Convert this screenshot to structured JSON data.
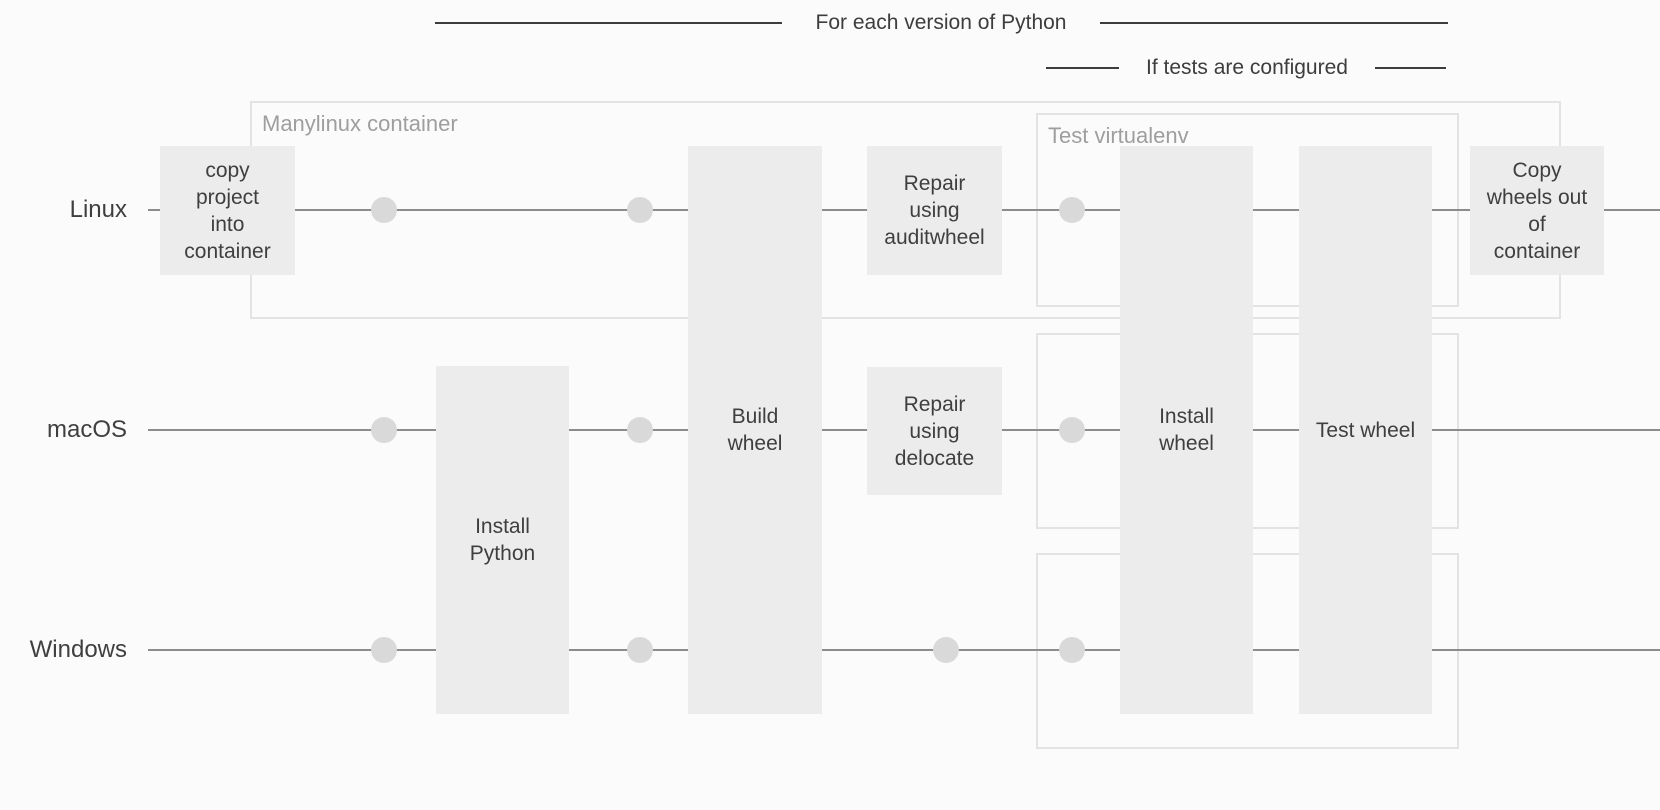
{
  "diagram": {
    "colors": {
      "bg": "#fbfbfb",
      "box-fill": "#ececec",
      "box-text": "#3f3f3f",
      "line": "#8c8c8c",
      "dot": "#d9d9d9",
      "container-border": "#e3e3e3",
      "container-label": "#9e9e9e",
      "bracket": "#3d3d3d"
    },
    "brackets": {
      "for_each_version": {
        "label": "For each version of Python"
      },
      "if_tests_configured": {
        "label": "If tests are configured"
      }
    },
    "lanes": {
      "linux": {
        "label": "Linux"
      },
      "macos": {
        "label": "macOS"
      },
      "windows": {
        "label": "Windows"
      }
    },
    "containers": {
      "manylinux": {
        "label": "Manylinux container"
      },
      "test_virtualenv": {
        "label": "Test virtualenv"
      }
    },
    "steps": {
      "copy_project": {
        "lines": [
          "copy",
          "project",
          "into",
          "container"
        ]
      },
      "install_python": {
        "lines": [
          "Install",
          "Python"
        ]
      },
      "build_wheel": {
        "lines": [
          "Build",
          "wheel"
        ]
      },
      "repair_auditwheel": {
        "lines": [
          "Repair",
          "using",
          "auditwheel"
        ]
      },
      "repair_delocate": {
        "lines": [
          "Repair",
          "using",
          "delocate"
        ]
      },
      "install_wheel": {
        "lines": [
          "Install",
          "wheel"
        ]
      },
      "test_wheel": {
        "lines": [
          "Test wheel"
        ]
      },
      "copy_wheels_out": {
        "lines": [
          "Copy",
          "wheels out",
          "of",
          "container"
        ]
      }
    }
  }
}
